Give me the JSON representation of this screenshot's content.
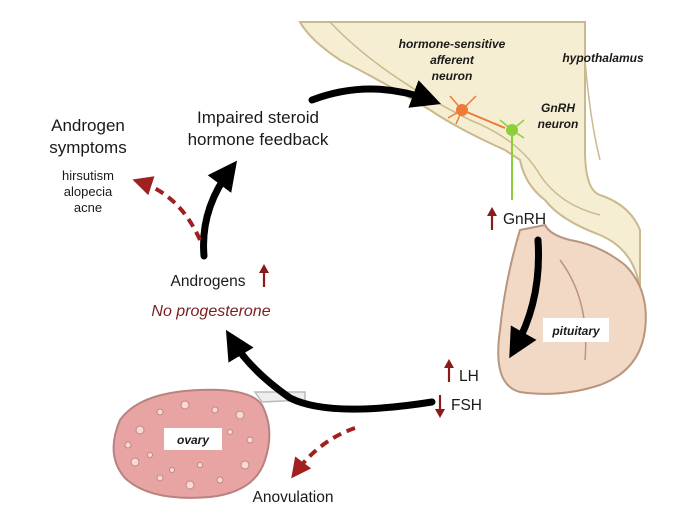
{
  "labels": {
    "hypothalamus": "hypothalamus",
    "afferent_neuron": [
      "hormone-sensitive",
      "afferent",
      "neuron"
    ],
    "gnrh_neuron": [
      "GnRH",
      "neuron"
    ],
    "gnrh": "GnRH",
    "pituitary": "pituitary",
    "lh": "LH",
    "fsh": "FSH",
    "ovary": "ovary",
    "anovulation": "Anovulation",
    "androgens": "Androgens",
    "no_progesterone": "No progesterone",
    "impaired_feedback": [
      "Impaired steroid",
      "hormone feedback"
    ],
    "androgen_symptoms": [
      "Androgen",
      "symptoms"
    ],
    "symptom_list": [
      "hirsutism",
      "alopecia",
      "acne"
    ]
  },
  "indicators": {
    "gnrh": "up",
    "lh": "up",
    "fsh": "down",
    "androgens": "up"
  },
  "colors": {
    "brain_tissue": "#f6eed2",
    "brain_outline": "#c9b98d",
    "pituitary": "#f2d9c6",
    "pituitary_outline": "#b9957e",
    "ovary_fill": "#e7a4a2",
    "ovary_outline": "#b98280",
    "cycle_arrow": "#000000",
    "dashed_arrow": "#a02020",
    "indicator_arrow": "#8b1a1a",
    "afferent_neuron": "#ef7a38",
    "gnrh_neuron": "#8ccf3a"
  }
}
